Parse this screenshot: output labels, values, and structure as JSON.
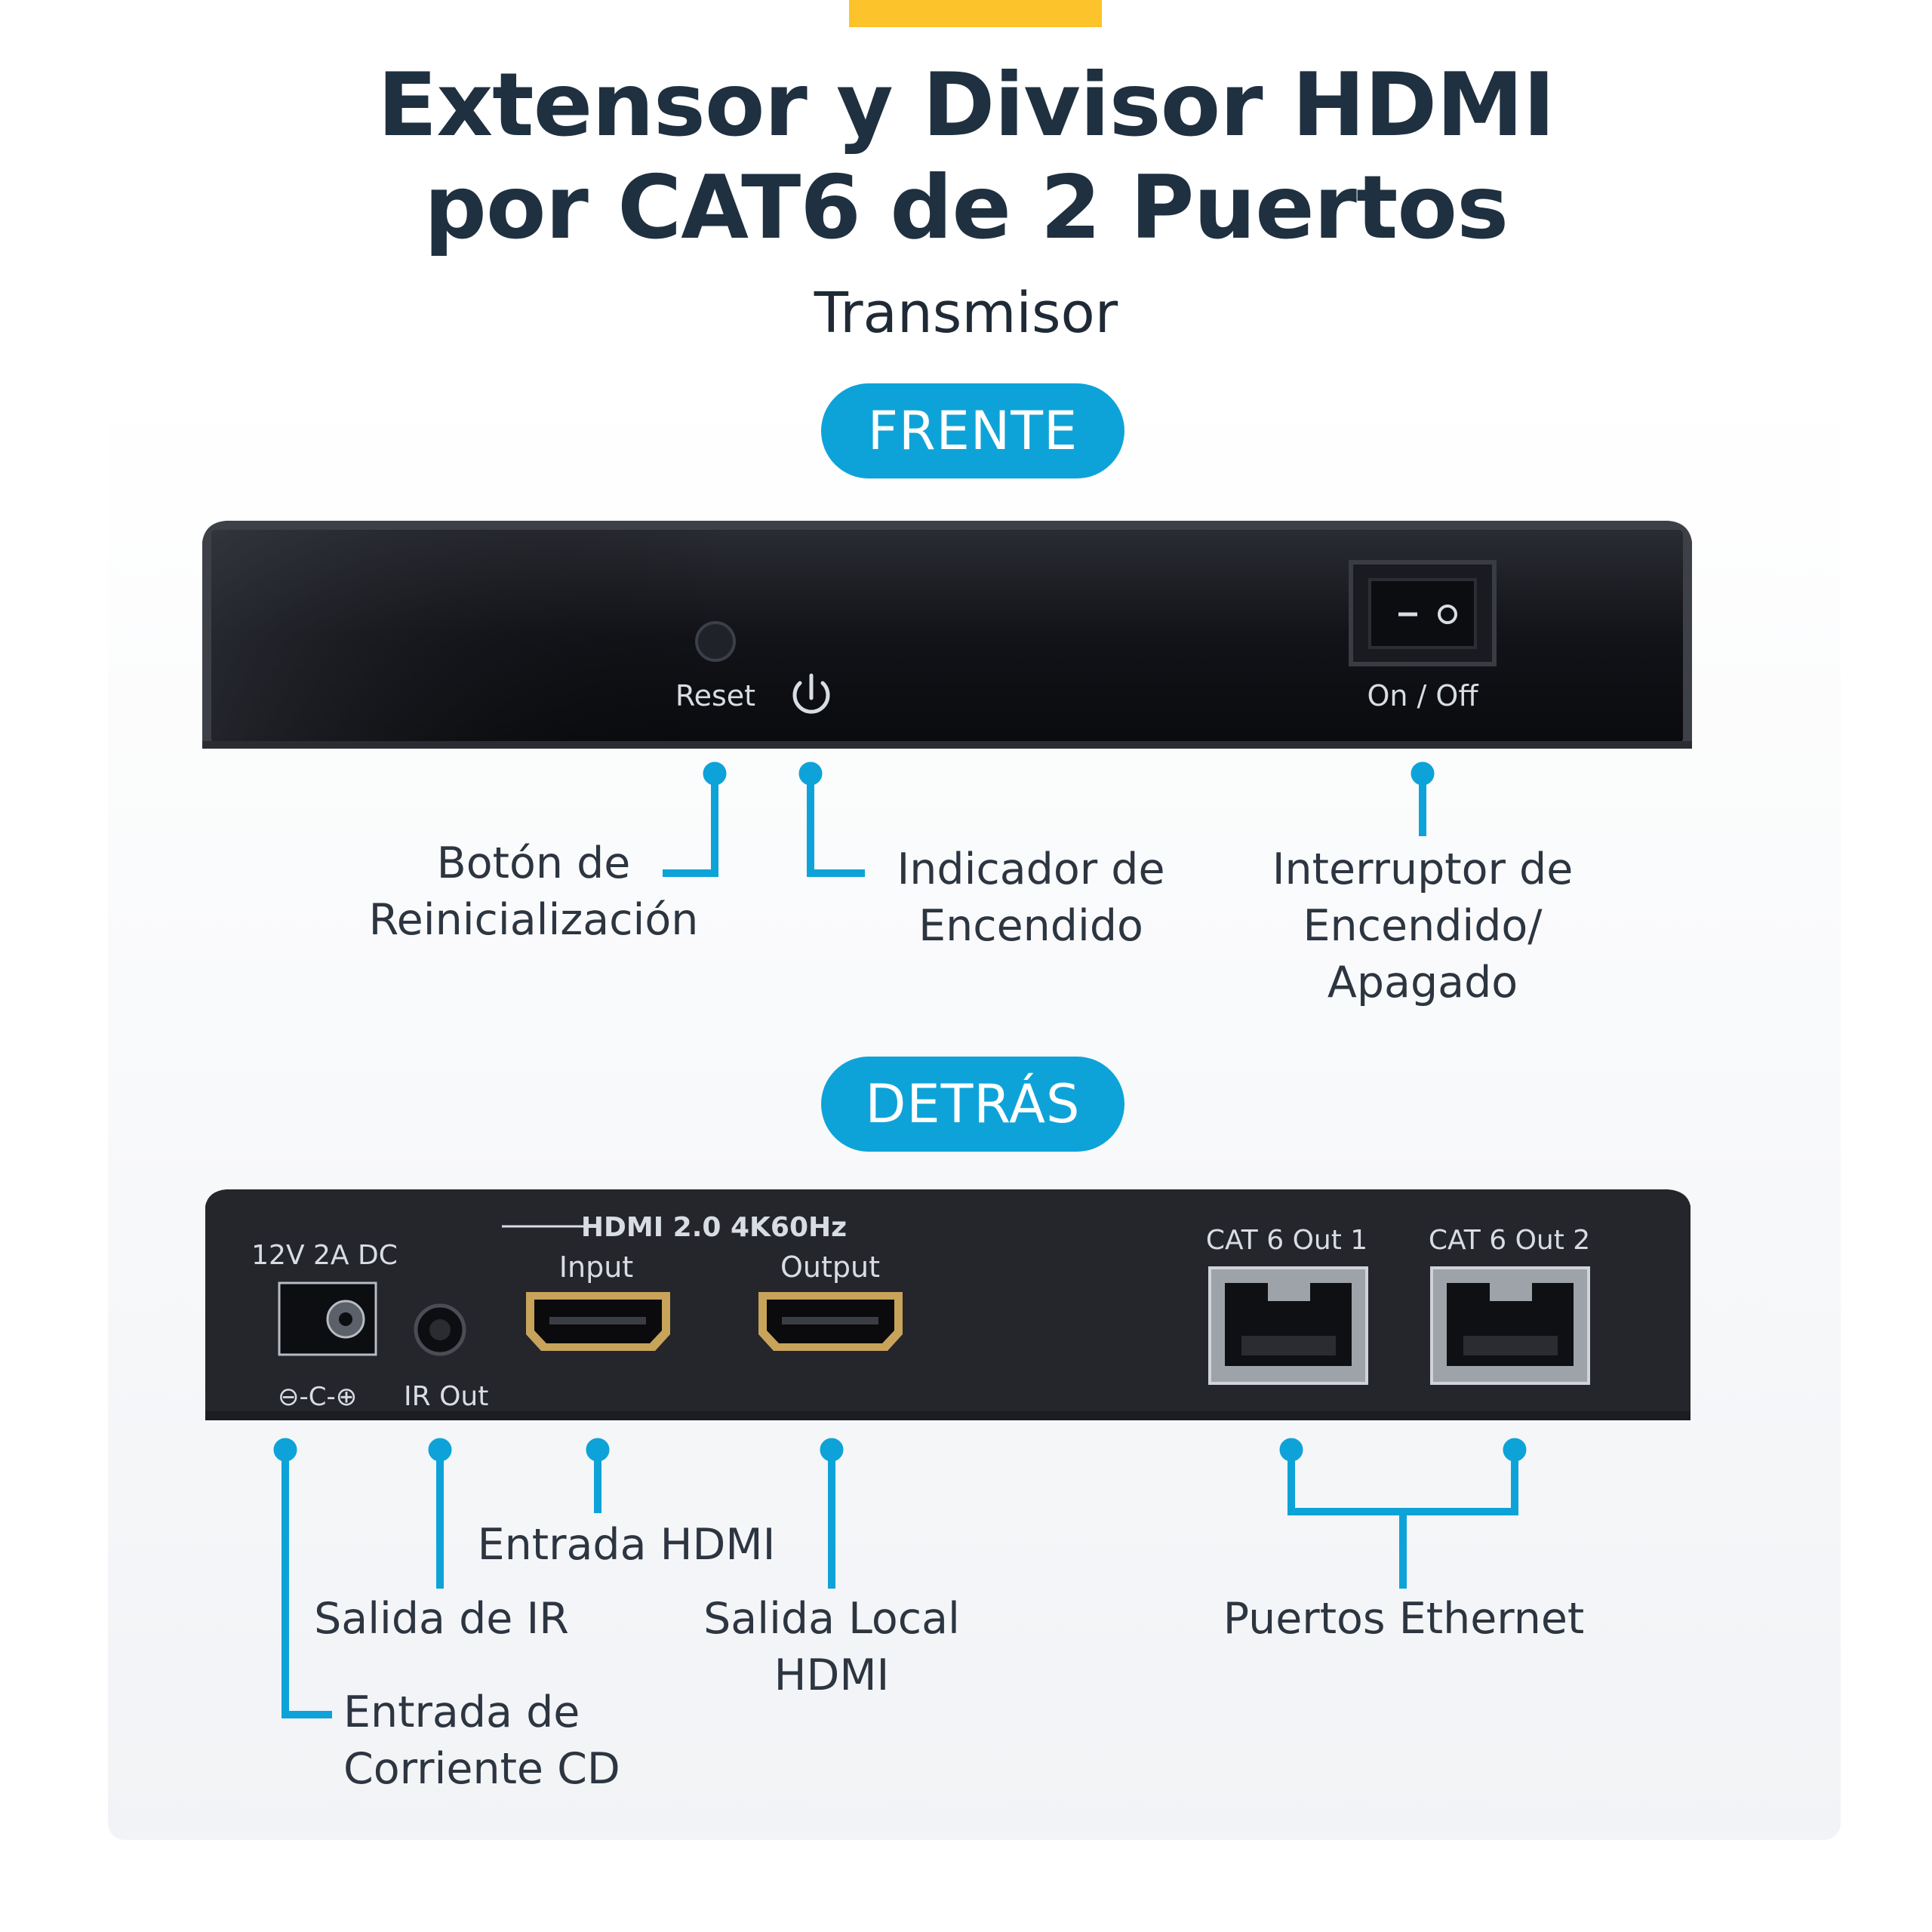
{
  "colors": {
    "accent_yellow": "#fcc42a",
    "accent_blue": "#0ea3d8",
    "title_color": "#1f3040",
    "device_body": "#1b1d23"
  },
  "title_line1": "Extensor y Divisor HDMI",
  "title_line2": "por CAT6 de 2 Puertos",
  "subtitle": "Transmisor",
  "front": {
    "section_label": "FRENTE",
    "device_labels": {
      "reset": "Reset",
      "power_icon": "power-icon",
      "switch": "On / Off"
    },
    "callouts": [
      {
        "id": "reset",
        "lines": [
          "Botón de",
          "Reinicialización"
        ]
      },
      {
        "id": "power",
        "lines": [
          "Indicador de",
          "Encendido"
        ]
      },
      {
        "id": "switch",
        "lines": [
          "Interruptor de",
          "Encendido/",
          "Apagado"
        ]
      }
    ]
  },
  "back": {
    "section_label": "DETRÁS",
    "device_labels": {
      "dc": "12V 2A DC",
      "ir": "IR Out",
      "hdmi_group": "HDMI 2.0 4K60Hz",
      "input": "Input",
      "output": "Output",
      "cat1": "CAT 6 Out 1",
      "cat2": "CAT 6 Out 2",
      "polarity": "⊖-C-⊕"
    },
    "callouts": [
      {
        "id": "hdmi_in",
        "lines": [
          "Entrada HDMI"
        ]
      },
      {
        "id": "ir",
        "lines": [
          "Salida de IR"
        ]
      },
      {
        "id": "hdmi_out",
        "lines": [
          "Salida Local",
          "HDMI"
        ]
      },
      {
        "id": "ethernet",
        "lines": [
          "Puertos Ethernet"
        ]
      },
      {
        "id": "dc",
        "lines": [
          "Entrada de",
          "Corriente CD"
        ]
      }
    ]
  }
}
